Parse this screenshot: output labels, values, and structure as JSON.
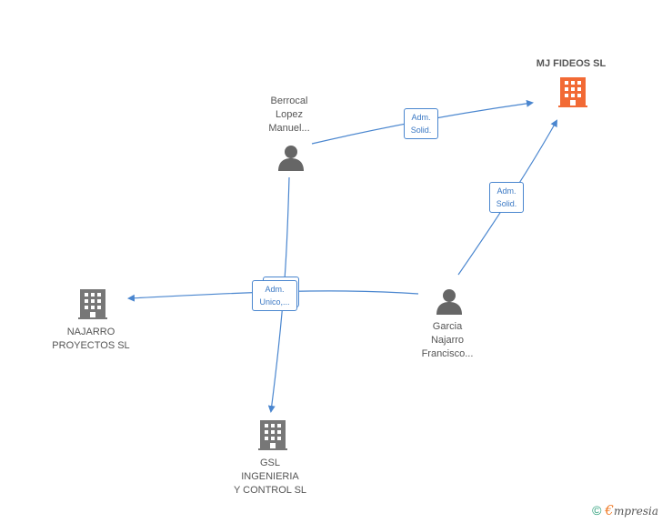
{
  "nodes": {
    "mj_fideos": {
      "label": "MJ FIDEOS  SL",
      "type": "company",
      "color": "#f26a35"
    },
    "berrocal": {
      "label": "Berrocal\nLopez\nManuel...",
      "type": "person",
      "color": "#666666"
    },
    "garcia": {
      "label": "Garcia\nNajarro\nFrancisco...",
      "type": "person",
      "color": "#666666"
    },
    "najarro": {
      "label": "NAJARRO\nPROYECTOS  SL",
      "type": "company",
      "color": "#777777"
    },
    "gsl": {
      "label": "GSL\nINGENIERIA\nY CONTROL  SL",
      "type": "company",
      "color": "#777777"
    }
  },
  "edges": {
    "berrocal_mj": {
      "label": "Adm.\nSolid."
    },
    "garcia_mj": {
      "label": "Adm.\nSolid."
    },
    "center": {
      "label": "Adm.\nUnico,..."
    }
  },
  "colors": {
    "edge": "#4a86cf",
    "accent": "#f26a35"
  },
  "footer": {
    "copyright": "©",
    "brand_initial": "€",
    "brand_rest": "mpresia"
  }
}
